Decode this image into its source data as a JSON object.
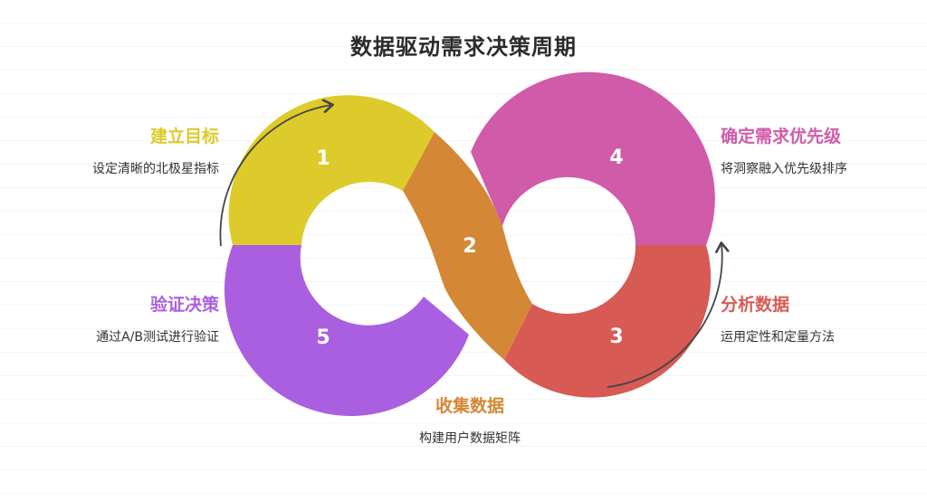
{
  "title": "数据驱动需求决策周期",
  "colors": {
    "step1": "#dccb2b",
    "step2": "#d48735",
    "step3": "#d85a55",
    "step4": "#d05ba9",
    "step5": "#aa5fe0",
    "arrow": "#444444"
  },
  "steps": [
    {
      "number": "1",
      "title": "建立目标",
      "desc": "设定清晰的北极星指标"
    },
    {
      "number": "2",
      "title": "收集数据",
      "desc": "构建用户数据矩阵"
    },
    {
      "number": "3",
      "title": "分析数据",
      "desc": "运用定性和定量方法"
    },
    {
      "number": "4",
      "title": "确定需求优先级",
      "desc": "将洞察融入优先级排序"
    },
    {
      "number": "5",
      "title": "验证决策",
      "desc": "通过A/B测试进行验证"
    }
  ]
}
